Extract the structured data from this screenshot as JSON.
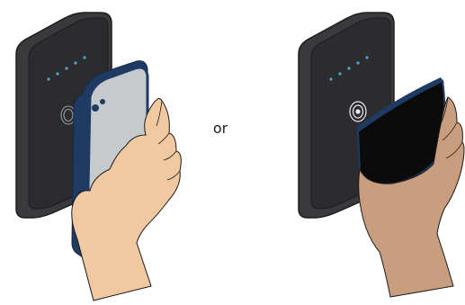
{
  "separator_text": "or",
  "options": [
    {
      "name": "phone",
      "description_icon": "smartphone-icon"
    },
    {
      "name": "card",
      "description_icon": "card-icon"
    }
  ],
  "colors": {
    "reader_body": "#3a3a3c",
    "reader_face": "#2c2c2e",
    "reader_led": "#4aa8d8",
    "phone_edge": "#1f3b63",
    "phone_body": "#c7cacd",
    "card": "#0b0b0b",
    "skin_light": "#f1c9a1",
    "skin_dark": "#c99e7f"
  }
}
